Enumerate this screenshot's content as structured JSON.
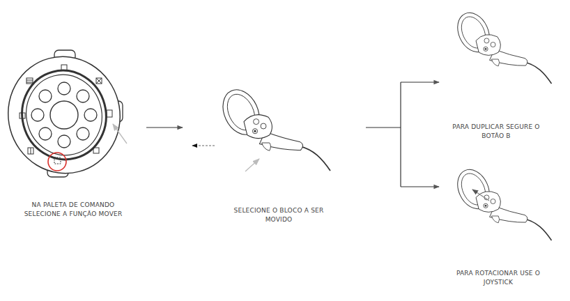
{
  "diagram": {
    "labels": [
      "NA PALETA DE COMANDO SELECIONE A FUNÇÃO MOVER",
      "SELECIONE O BLOCO A SER MOVIDO",
      "PARA DUPLICAR SEGURE O BOTÃO B",
      "PARA ROTACIONAR USE O JOYSTICK"
    ]
  }
}
